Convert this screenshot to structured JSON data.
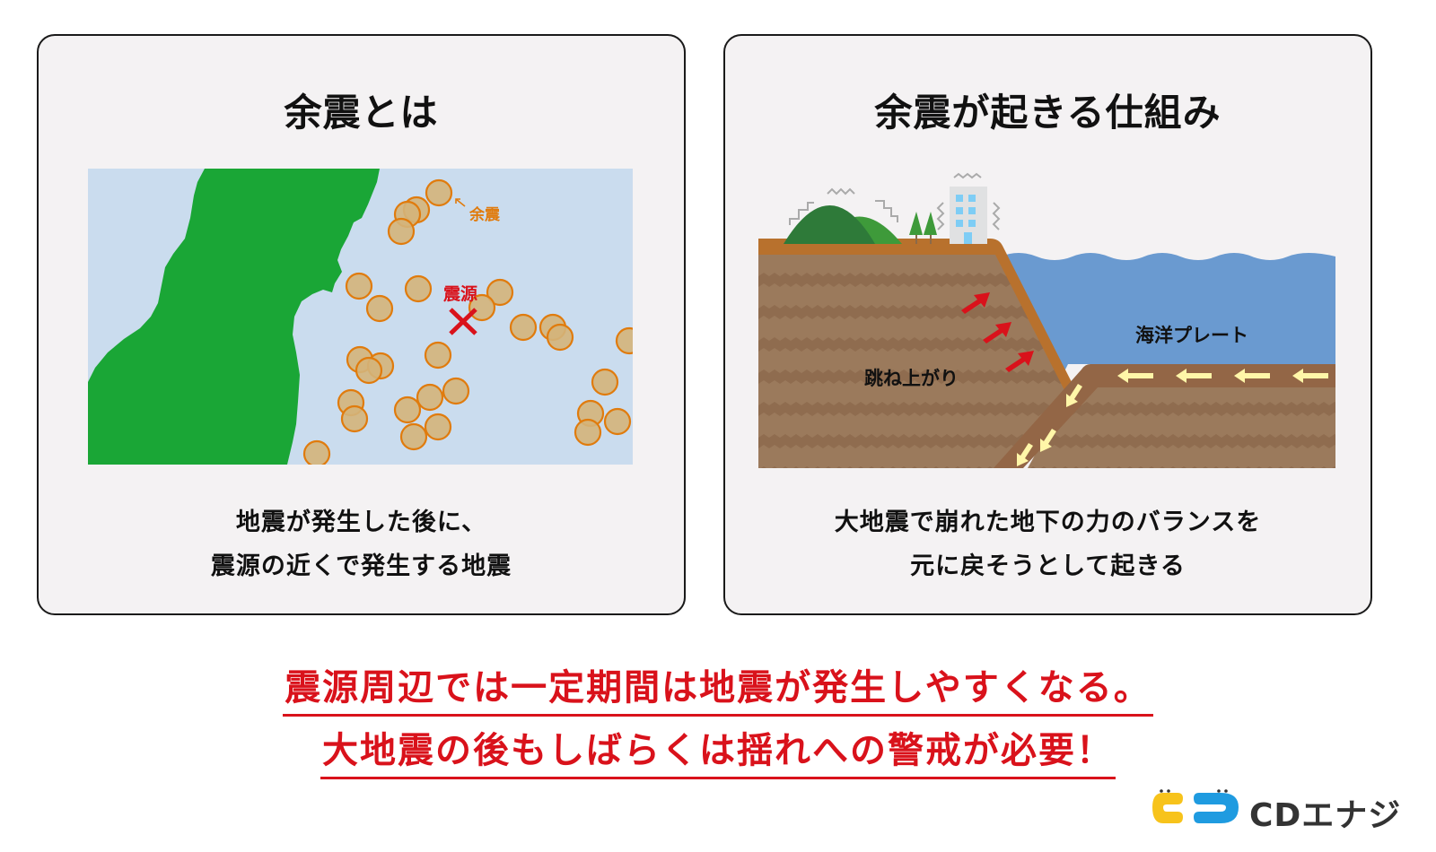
{
  "left_panel": {
    "title": "余震とは",
    "map": {
      "aftershock_label": "余震",
      "epicenter_label": "震源",
      "colors": {
        "sea": "#cadcee",
        "land": "#1aa636",
        "aftershock_fill": "#d4b47a",
        "aftershock_stroke": "#e07b0d",
        "epicenter": "#d9121b"
      }
    },
    "description": {
      "line1": "地震が発生した後に、",
      "line2": "震源の近くで発生する地震"
    }
  },
  "right_panel": {
    "title": "余震が起きる仕組み",
    "diagram": {
      "rebound_label": "跳ね上がり",
      "ocean_plate_label": "海洋プレート",
      "colors": {
        "ocean": "#6a9ad0",
        "crust": "#9b7a5c",
        "crust_stripe": "#8f6c4f",
        "surface": "#b8712d",
        "plate_band": "#936646",
        "arrow_red": "#d9121b",
        "arrow_yellow": "#fff6a8"
      }
    },
    "description": {
      "line1": "大地震で崩れた地下の力のバランスを",
      "line2": "元に戻そうとして起きる"
    }
  },
  "summary": {
    "line1": "震源周辺では一定期間は地震が発生しやすくなる。",
    "line2": "大地震の後もしばらくは揺れへの警戒が必要！",
    "color": "#d9121b"
  },
  "logo": {
    "text": "CDエナジー",
    "colors": {
      "yellow": "#f7c31b",
      "blue": "#1f9be0"
    }
  }
}
